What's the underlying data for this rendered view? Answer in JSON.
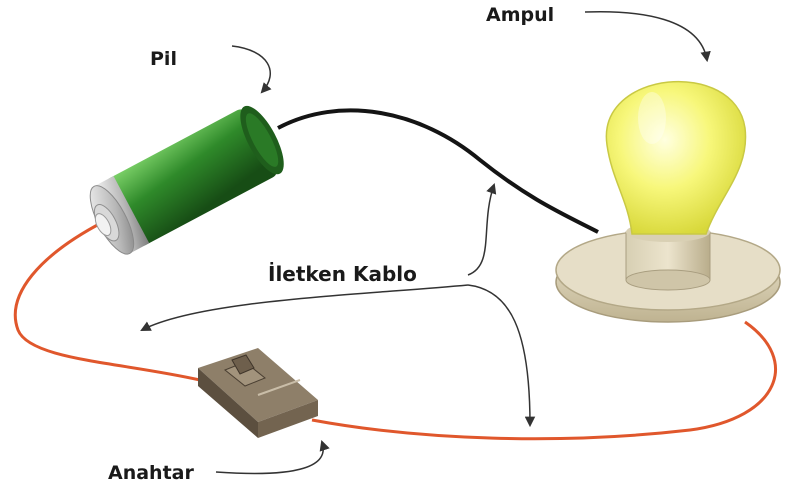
{
  "labels": {
    "battery": "Pil",
    "bulb": "Ampul",
    "wire": "İletken Kablo",
    "switch": "Anahtar"
  },
  "colors": {
    "wire_red": "#e0572c",
    "wire_black": "#141414",
    "battery_green": "#2f8a2a",
    "bulb_glass": "#f2f25a",
    "base": "#ddd3b8",
    "switch_body": "#7b6c58",
    "arrow": "#333333"
  },
  "icons": [
    "battery-icon",
    "bulb-icon",
    "switch-icon",
    "wire",
    "callout-arrow"
  ]
}
